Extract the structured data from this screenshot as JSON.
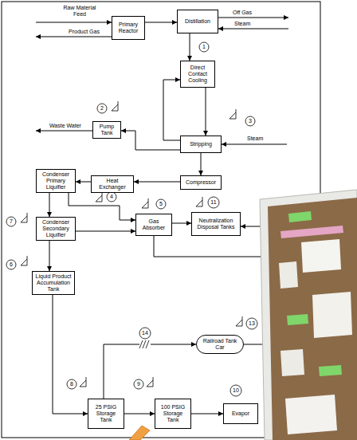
{
  "diagram": {
    "nodes": [
      {
        "text": [
          "Primary Reactor"
        ]
      },
      {
        "text": [
          "Distillation"
        ]
      },
      {
        "text": [
          "Direct Contact Cooling"
        ]
      },
      {
        "text": [
          "Pump Tank"
        ]
      },
      {
        "text": [
          "Stripping"
        ]
      },
      {
        "text": [
          "Condenser Primary Liquifier"
        ]
      },
      {
        "text": [
          "Heat Exchanger"
        ]
      },
      {
        "text": [
          "Compressor"
        ]
      },
      {
        "text": [
          "Condenser Secondary Liquifier"
        ]
      },
      {
        "text": [
          "Gas Absorber"
        ]
      },
      {
        "text": [
          "Neutralization Disposal Tanks"
        ]
      },
      {
        "text": [
          "Liquid Product Accumulation Tank"
        ]
      },
      {
        "text": [
          "Railroad Tank Car"
        ]
      },
      {
        "text": [
          "25 PSIG Storage Tank"
        ]
      },
      {
        "text": [
          "100 PSIG Storage Tank"
        ]
      },
      {
        "text": [
          "Evapor"
        ]
      }
    ],
    "edges": [
      {
        "from": 0,
        "to": 1,
        "arrow": "to"
      },
      {
        "from": 1,
        "to": 2,
        "arrow": "to"
      },
      {
        "from": 2,
        "to": 4,
        "arrow": "to"
      },
      {
        "from": 4,
        "to": 2,
        "arrow": "to"
      },
      {
        "from": 4,
        "to": 3,
        "arrow": "to"
      },
      {
        "from": 4,
        "to": 7,
        "arrow": "to"
      },
      {
        "from": 7,
        "to": 6,
        "arrow": "to"
      },
      {
        "from": 6,
        "to": 5,
        "arrow": "to"
      },
      {
        "from": 5,
        "to": 8,
        "arrow": "to"
      },
      {
        "from": 5,
        "to": 9,
        "arrow": "to"
      },
      {
        "from": 8,
        "to": 9,
        "arrow": "to"
      },
      {
        "from": 8,
        "to": 11,
        "arrow": "to"
      },
      {
        "from": 9,
        "to": 10,
        "arrow": "to"
      },
      {
        "from": 11,
        "to": 13,
        "arrow": "to"
      },
      {
        "from": 13,
        "to": 14,
        "arrow": "to"
      },
      {
        "from": 14,
        "to": 15,
        "arrow": "to"
      },
      {
        "from": 13,
        "to": 12,
        "arrow": "to"
      }
    ],
    "labels": [
      "Raw Material Feed",
      "Product Gas",
      "Off Gas",
      "Steam",
      "1",
      "2",
      "3",
      "Steam",
      "Waste Water",
      "7",
      "4",
      "5",
      "11",
      "6",
      "14",
      "13",
      "8",
      "9",
      "10"
    ]
  }
}
